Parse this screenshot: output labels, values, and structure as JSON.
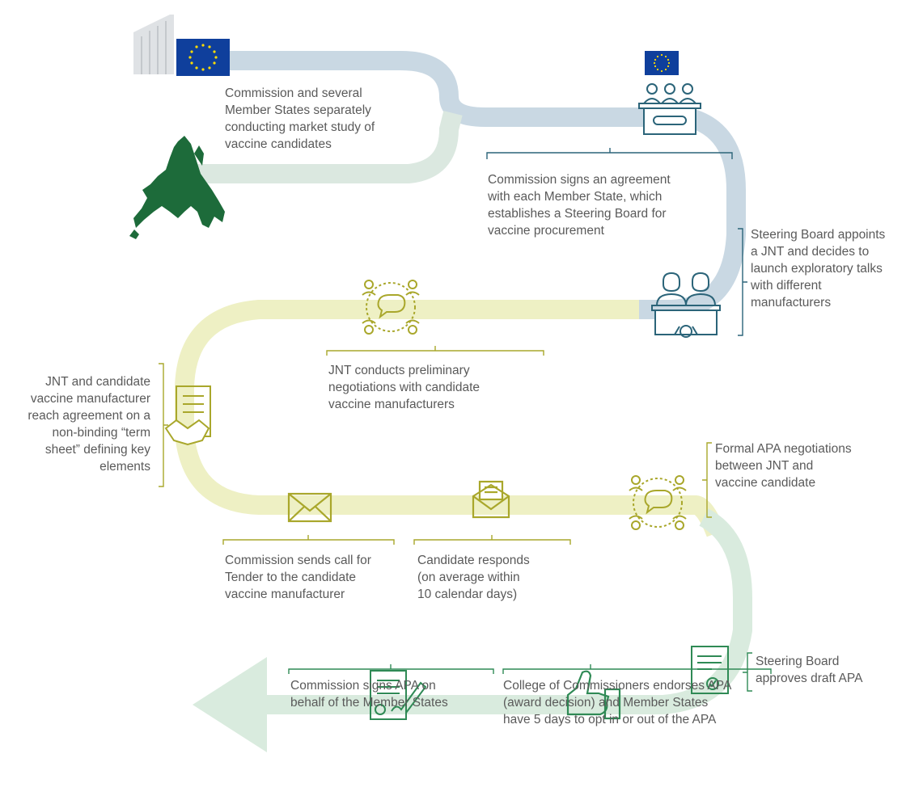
{
  "colors": {
    "blue_path": "#c9d8e3",
    "olive_path": "#eef0c4",
    "green_path": "#d9ebde",
    "teal_icon": "#2b6479",
    "olive_icon": "#a9a72b",
    "green_icon": "#2f8a55",
    "eu_blue": "#0f3f9c",
    "eu_star": "#ffdd00",
    "map_green": "#1d6b3a",
    "text": "#5a5a5a"
  },
  "steps": [
    {
      "id": "market-study",
      "icon": "eu-flag-building-icon",
      "lines": [
        "Commission and several",
        "Member States separately",
        "conducting market study of",
        "vaccine candidates"
      ]
    },
    {
      "id": "agreement",
      "icon": "meeting-panel-icon",
      "lines": [
        "Commission signs an agreement",
        "with each Member State, which",
        "establishes a Steering Board for",
        "vaccine procurement"
      ]
    },
    {
      "id": "steering-board",
      "icon": "steering-board-gear-icon",
      "lines": [
        "Steering Board appoints",
        "a JNT and decides to",
        "launch exploratory talks",
        "with different",
        "manufacturers"
      ]
    },
    {
      "id": "preliminary",
      "icon": "negotiation-circle-icon",
      "lines": [
        "JNT conducts preliminary",
        "negotiations with candidate",
        "vaccine manufacturers"
      ]
    },
    {
      "id": "term-sheet",
      "icon": "handshake-document-icon",
      "lines": [
        "JNT and candidate",
        "vaccine manufacturer",
        "reach agreement on a",
        "non-binding “term",
        "sheet” defining key",
        "elements"
      ]
    },
    {
      "id": "call-tender",
      "icon": "envelope-icon",
      "lines": [
        "Commission sends call for",
        "Tender to the candidate",
        "vaccine manufacturer"
      ]
    },
    {
      "id": "responds",
      "icon": "open-envelope-icon",
      "lines": [
        "Candidate responds",
        "(on average within",
        "10 calendar days)"
      ]
    },
    {
      "id": "formal-apa",
      "icon": "negotiation-circle-icon",
      "lines": [
        "Formal APA negotiations",
        "between JNT and",
        "vaccine candidate"
      ]
    },
    {
      "id": "approves-draft",
      "icon": "approved-document-icon",
      "lines": [
        "Steering Board",
        "approves draft APA"
      ]
    },
    {
      "id": "endorses",
      "icon": "thumbs-up-icon",
      "lines": [
        "College of Commissioners endorses APA",
        "(award decision) and Member States",
        "have 5 days to opt in or out of the APA"
      ]
    },
    {
      "id": "signs",
      "icon": "signed-contract-icon",
      "lines": [
        "Commission signs APA on",
        "behalf of the Member States"
      ]
    }
  ]
}
